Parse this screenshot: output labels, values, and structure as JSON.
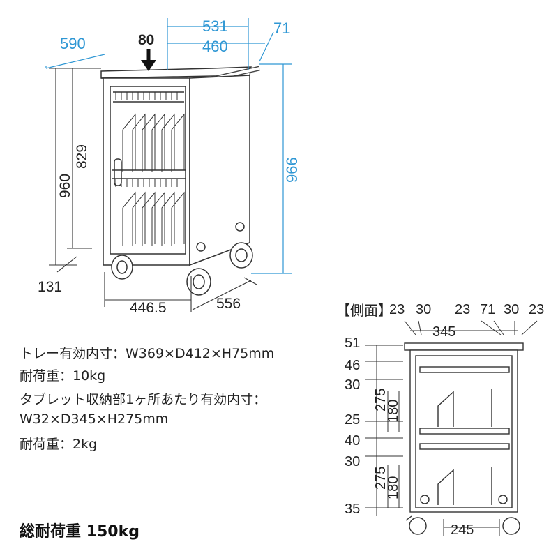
{
  "front_view": {
    "top_load_label": "80",
    "dims_blue": {
      "overall_depth": "590",
      "top_width_outer": "531",
      "top_width_inner": "460",
      "handle_offset": "71",
      "overall_height": "966"
    },
    "dims_black": {
      "height_960": "960",
      "height_829": "829",
      "bottom_131": "131",
      "width_446": "446.5",
      "depth_556": "556"
    }
  },
  "side_view": {
    "title": "【側面】",
    "top_dims": [
      "23",
      "30",
      "23",
      "71",
      "30",
      "23"
    ],
    "center_width": "345",
    "left_dims": [
      "51",
      "46",
      "30",
      "25",
      "40",
      "30",
      "35"
    ],
    "vertical_dims": [
      "275",
      "180",
      "275",
      "180"
    ],
    "bottom_width": "245"
  },
  "specs": {
    "line1": "トレー有効内寸：W369×D412×H75mm",
    "line2": "耐荷重：10kg",
    "line3": "タブレット収納部1ヶ所あたり有効内寸：",
    "line4": "W32×D345×H275mm",
    "line5": "耐荷重：2kg"
  },
  "total_load": "総耐荷重 150kg"
}
